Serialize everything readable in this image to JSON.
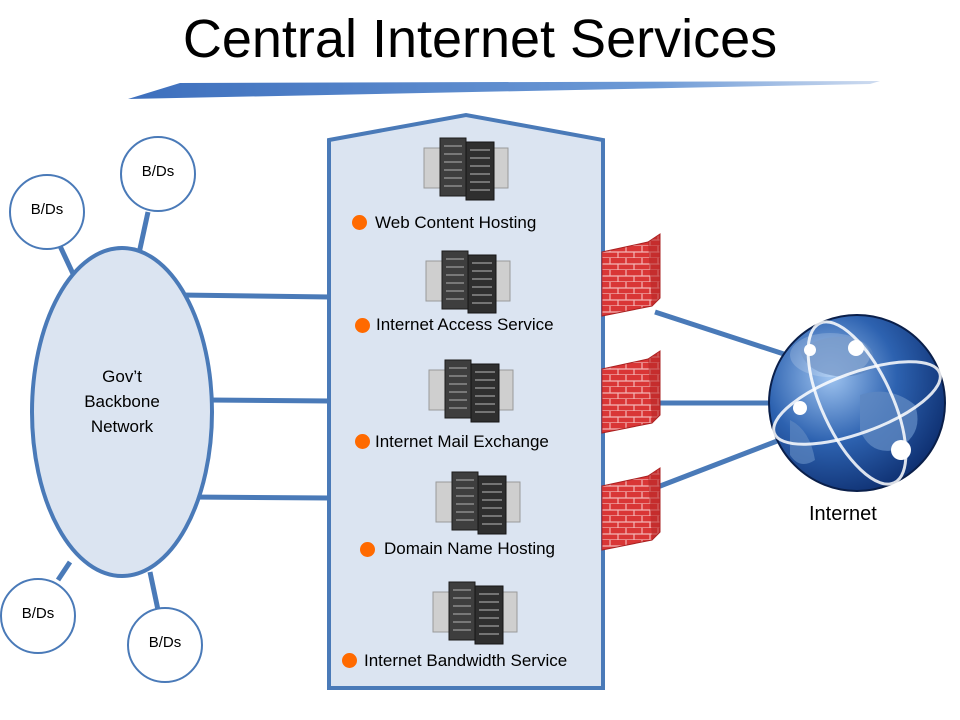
{
  "title": "Central Internet Services",
  "backbone": {
    "line1": "Gov’t",
    "line2": "Backbone",
    "line3": "Network"
  },
  "nodes": [
    "B/Ds",
    "B/Ds",
    "B/Ds",
    "B/Ds"
  ],
  "services": [
    "Web Content Hosting",
    "Internet Access Service",
    "Internet Mail Exchange",
    "Domain Name Hosting",
    "Internet Bandwidth Service"
  ],
  "internet_label": "Internet",
  "colors": {
    "line": "#4a7ab8",
    "box_fill": "#dbe4f1",
    "ellipse_fill": "#dbe4f1",
    "dot": "#ff6a00",
    "firewall": "#d83a3a"
  },
  "icons": [
    "server-rack-icon",
    "firewall-icon",
    "globe-icon"
  ]
}
